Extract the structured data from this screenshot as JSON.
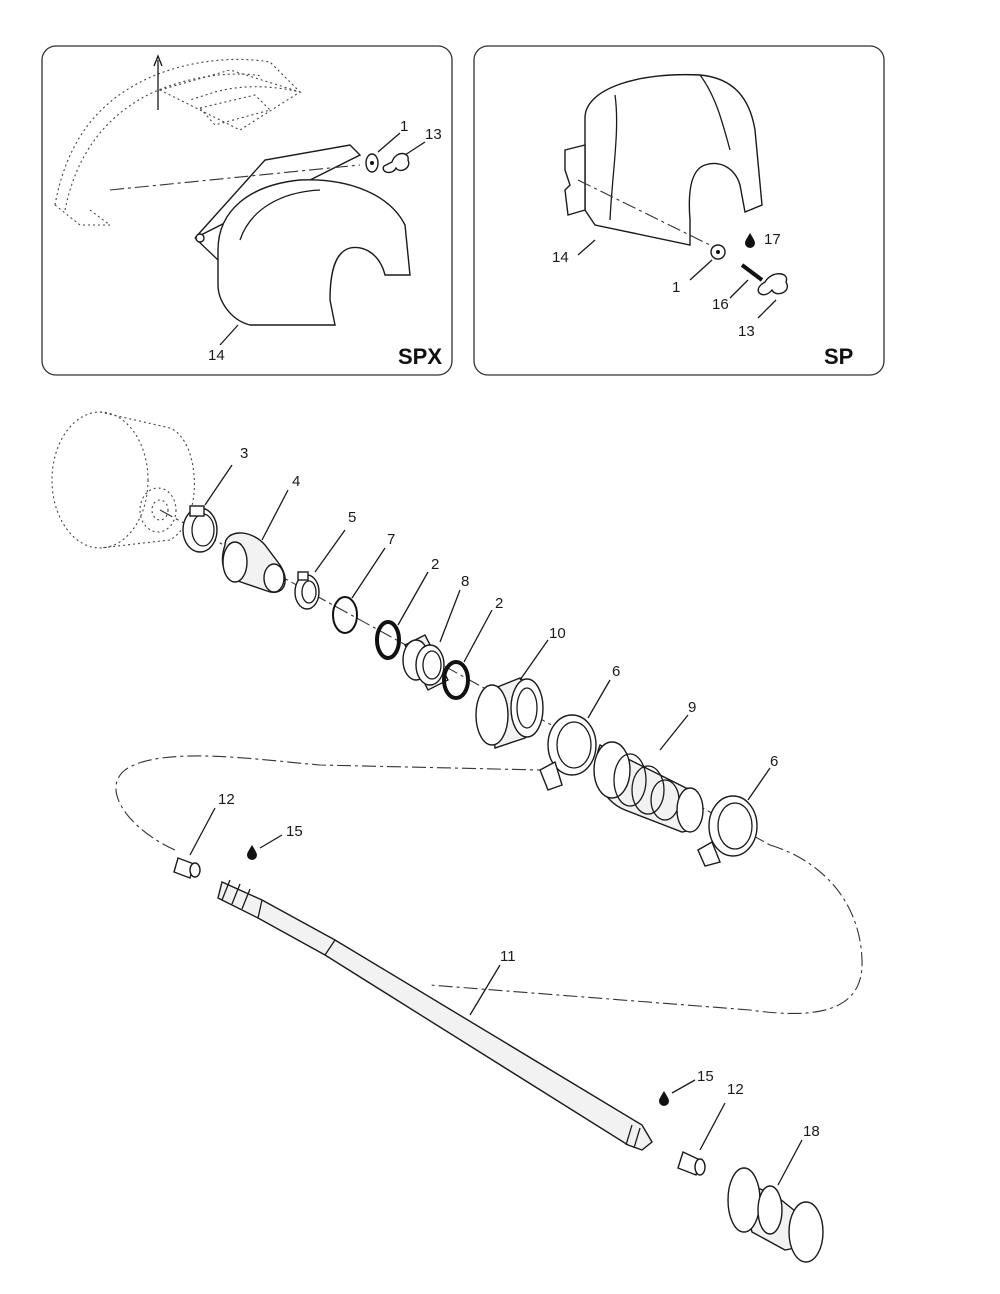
{
  "panels": {
    "spx": {
      "tag": "SPX",
      "callouts": {
        "c1": "1",
        "c13": "13",
        "c14": "14"
      }
    },
    "sp": {
      "tag": "SP",
      "callouts": {
        "c17": "17",
        "c14": "14",
        "c1": "1",
        "c16": "16",
        "c13": "13"
      }
    }
  },
  "callouts": {
    "p3": "3",
    "p4": "4",
    "p5": "5",
    "p7": "7",
    "p2a": "2",
    "p8": "8",
    "p2b": "2",
    "p10": "10",
    "p6a": "6",
    "p9": "9",
    "p6b": "6",
    "p12a": "12",
    "p15a": "15",
    "p11": "11",
    "p15b": "15",
    "p12b": "12",
    "p18": "18"
  },
  "icons": {
    "lubricant": "oil-drop-icon"
  },
  "colors": {
    "line": "#1a1a1a",
    "background": "#ffffff",
    "panel_border": "#333333"
  }
}
